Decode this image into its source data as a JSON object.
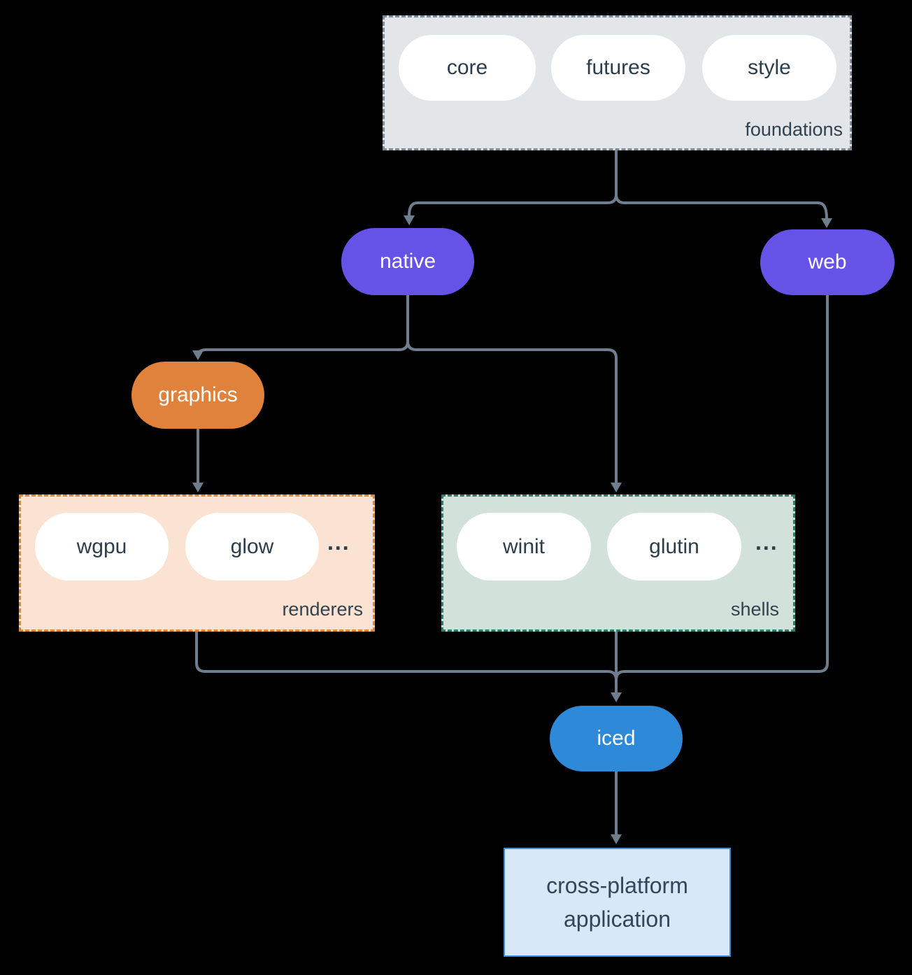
{
  "colors": {
    "background": "#000000",
    "connector": "#6e7e8e",
    "purple_node": "#6553e8",
    "orange_node": "#e0813c",
    "blue_node": "#2e89d8",
    "foundations_fill": "#e2e6e9",
    "foundations_border": "#7c8c9b",
    "renderers_fill": "#fae3d2",
    "renderers_border": "#e8862d",
    "shells_fill": "#d2e1da",
    "shells_border": "#2d7d6c",
    "app_fill": "#d7e8f8",
    "app_border": "#3e8bd8",
    "white_pill_text": "#2c3e4c",
    "node_text": "#ffffff"
  },
  "foundations": {
    "label": "foundations",
    "pills": [
      "core",
      "futures",
      "style"
    ]
  },
  "nodes": {
    "native": "native",
    "web": "web",
    "graphics": "graphics",
    "iced": "iced"
  },
  "renderers": {
    "label": "renderers",
    "pills": [
      "wgpu",
      "glow"
    ],
    "ellipsis": "..."
  },
  "shells": {
    "label": "shells",
    "pills": [
      "winit",
      "glutin"
    ],
    "ellipsis": "..."
  },
  "app": {
    "line1": "cross-platform",
    "line2": "application"
  }
}
